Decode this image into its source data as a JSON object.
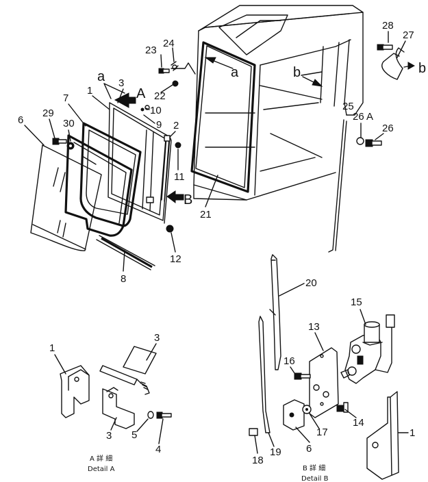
{
  "callouts": {
    "n1": "1",
    "n2": "2",
    "n3": "3",
    "n6": "6",
    "n7": "7",
    "n8": "8",
    "n9": "9",
    "n10": "10",
    "n11": "11",
    "n12": "12",
    "n21": "21",
    "n22": "22",
    "n23": "23",
    "n24": "24",
    "n25": "25",
    "n26": "26",
    "n26a": "26 A",
    "n27": "27",
    "n28": "28",
    "n29": "29",
    "n30": "30",
    "la_1": "a",
    "la_2": "a",
    "lb_1": "b",
    "lb_2": "b",
    "lA": "A",
    "lB": "B"
  },
  "detail_a": {
    "caption_jp": "A 詳 細",
    "caption_en": "Detail A",
    "labels": {
      "n1": "1",
      "n3a": "3",
      "n3b": "3",
      "n5": "5",
      "n4": "4"
    }
  },
  "detail_b": {
    "caption_jp": "B 詳 細",
    "caption_en": "Detail B",
    "labels": {
      "n20": "20",
      "n15": "15",
      "n13": "13",
      "n16": "16",
      "n14": "14",
      "n17": "17",
      "n6": "6",
      "n1": "1",
      "n18": "18",
      "n19": "19"
    }
  }
}
